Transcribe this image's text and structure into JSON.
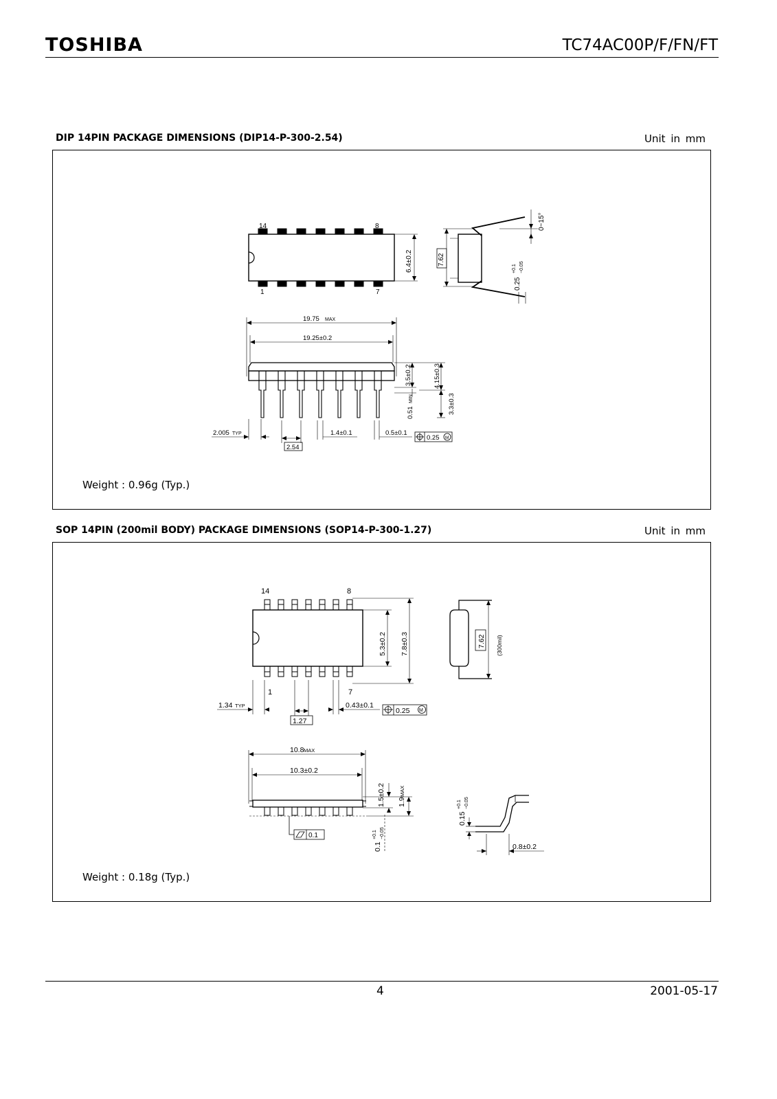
{
  "header": {
    "logo": "TOSHIBA",
    "part_number": "TC74AC00P/F/FN/FT"
  },
  "dip": {
    "title": "DIP 14PIN PACKAGE DIMENSIONS (DIP14-P-300-2.54)",
    "unit": "Unit in mm",
    "weight": "Weight : 0.96g (Typ.)",
    "labels": {
      "pin14": "14",
      "pin8": "8",
      "pin1": "1",
      "pin7": "7",
      "width": "6.4±0.2",
      "row_spacing": "7.62",
      "angle": "0~15°",
      "lead_thk_main": "0.25",
      "lead_thk_tol_plus": "+0.1",
      "lead_thk_tol_minus": "−0.05",
      "len_max": "19.75",
      "len_max_suffix": "MAX",
      "len_body": "19.25±0.2",
      "height_body": "3.5±0.2",
      "height_total": "4.15±0.3",
      "standoff": "0.51",
      "standoff_suffix": "MIN",
      "lead_len": "3.3±0.3",
      "end_spacing": "2.005",
      "end_spacing_suffix": "TYP",
      "pitch": "2.54",
      "lead_width_upper": "1.4±0.1",
      "lead_width": "0.5±0.1",
      "position_tol": "0.25",
      "mmc": "M"
    }
  },
  "sop": {
    "title": "SOP 14PIN (200mil BODY) PACKAGE DIMENSIONS (SOP14-P-300-1.27)",
    "unit": "Unit in mm",
    "weight": "Weight : 0.18g (Typ.)",
    "labels": {
      "pin14": "14",
      "pin8": "8",
      "pin1": "1",
      "pin7": "7",
      "body_width": "5.3±0.2",
      "total_width": "7.8±0.3",
      "row_spacing": "7.62",
      "row_spacing_mil": "(300mil)",
      "end_spacing": "1.34",
      "end_spacing_suffix": "TYP",
      "lead_width": "0.43±0.1",
      "position_tol": "0.25",
      "mmc": "M",
      "pitch": "1.27",
      "len_max": "10.8",
      "len_max_suffix": "MAX",
      "len_body": "10.3±0.2",
      "height_body": "1.5±0.2",
      "height_max": "1.9",
      "height_max_suffix": "MAX",
      "flatness": "0.1",
      "standoff_main": "0.1",
      "standoff_tol_plus": "+0.1",
      "standoff_tol_minus": "−0.05",
      "lead_thk_main": "0.15",
      "lead_thk_tol_plus": "+0.1",
      "lead_thk_tol_minus": "−0.05",
      "foot_len": "0.8±0.2"
    }
  },
  "footer": {
    "page": "4",
    "date": "2001-05-17"
  }
}
